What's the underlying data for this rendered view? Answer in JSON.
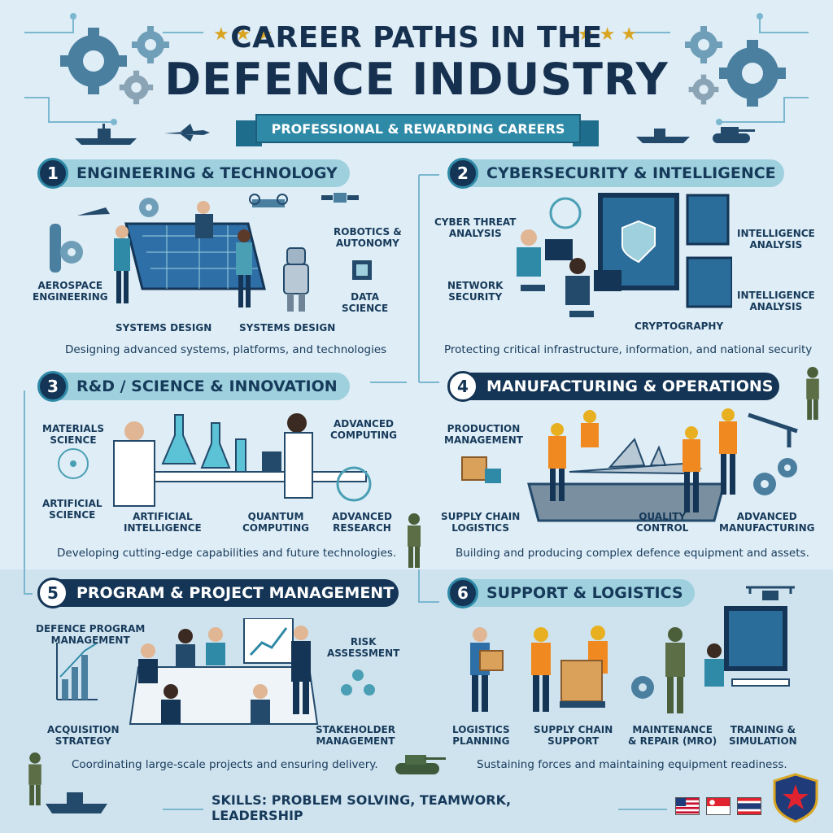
{
  "header": {
    "title_line1": "CAREER PATHS IN THE",
    "title_line2": "DEFENCE INDUSTRY",
    "ribbon": "PROFESSIONAL & REWARDING CAREERS"
  },
  "sections": [
    {
      "number": "1",
      "title": "ENGINEERING & TECHNOLOGY",
      "labels": [
        "AEROSPACE\nENGINEERING",
        "SYSTEMS DESIGN",
        "SYSTEMS DESIGN",
        "ROBOTICS &\nAUTONOMY",
        "DATA\nSCIENCE"
      ],
      "caption": "Designing advanced systems, platforms, and technologies"
    },
    {
      "number": "2",
      "title": "CYBERSECURITY & INTELLIGENCE",
      "labels": [
        "CYBER THREAT\nANALYSIS",
        "NETWORK\nSECURITY",
        "CRYPTOGRAPHY",
        "INTELLIGENCE\nANALYSIS",
        "INTELLIGENCE\nANALYSIS"
      ],
      "caption": "Protecting critical infrastructure, information, and national security"
    },
    {
      "number": "3",
      "title": "R&D / SCIENCE & INNOVATION",
      "labels": [
        "MATERIALS\nSCIENCE",
        "ARTIFICIAL\nSCIENCE",
        "ARTIFICIAL\nINTELLIGENCE",
        "QUANTUM\nCOMPUTING",
        "ADVANCED\nCOMPUTING",
        "ADVANCED\nRESEARCH"
      ],
      "caption": "Developing cutting-edge capabilities and future technologies."
    },
    {
      "number": "4",
      "title": "MANUFACTURING & OPERATIONS",
      "labels": [
        "PRODUCTION\nMANAGEMENT",
        "SUPPLY CHAIN\nLOGISTICS",
        "QUALITY\nCONTROL",
        "ADVANCED\nMANUFACTURING"
      ],
      "caption": "Building and producing complex defence equipment and assets."
    },
    {
      "number": "5",
      "title": "PROGRAM & PROJECT MANAGEMENT",
      "labels": [
        "DEFENCE PROGRAM\nMANAGEMENT",
        "RISK\nASSESSMENT",
        "ACQUISITION\nSTRATEGY",
        "STAKEHOLDER\nMANAGEMENT"
      ],
      "caption": "Coordinating large-scale projects and ensuring delivery."
    },
    {
      "number": "6",
      "title": "SUPPORT & LOGISTICS",
      "labels": [
        "LOGISTICS\nPLANNING",
        "SUPPLY CHAIN\nSUPPORT",
        "MAINTENANCE\n& REPAIR (MRO)",
        "TRAINING &\nSIMULATION"
      ],
      "caption": "Sustaining forces and maintaining equipment readiness."
    }
  ],
  "footer": {
    "skills": "SKILLS: PROBLEM SOLVING, TEAMWORK, LEADERSHIP"
  },
  "colors": {
    "navy": "#143556",
    "teal": "#2f8aa7",
    "light_teal": "#9fd0de",
    "background": "#deedf6",
    "gold": "#d9a521"
  }
}
